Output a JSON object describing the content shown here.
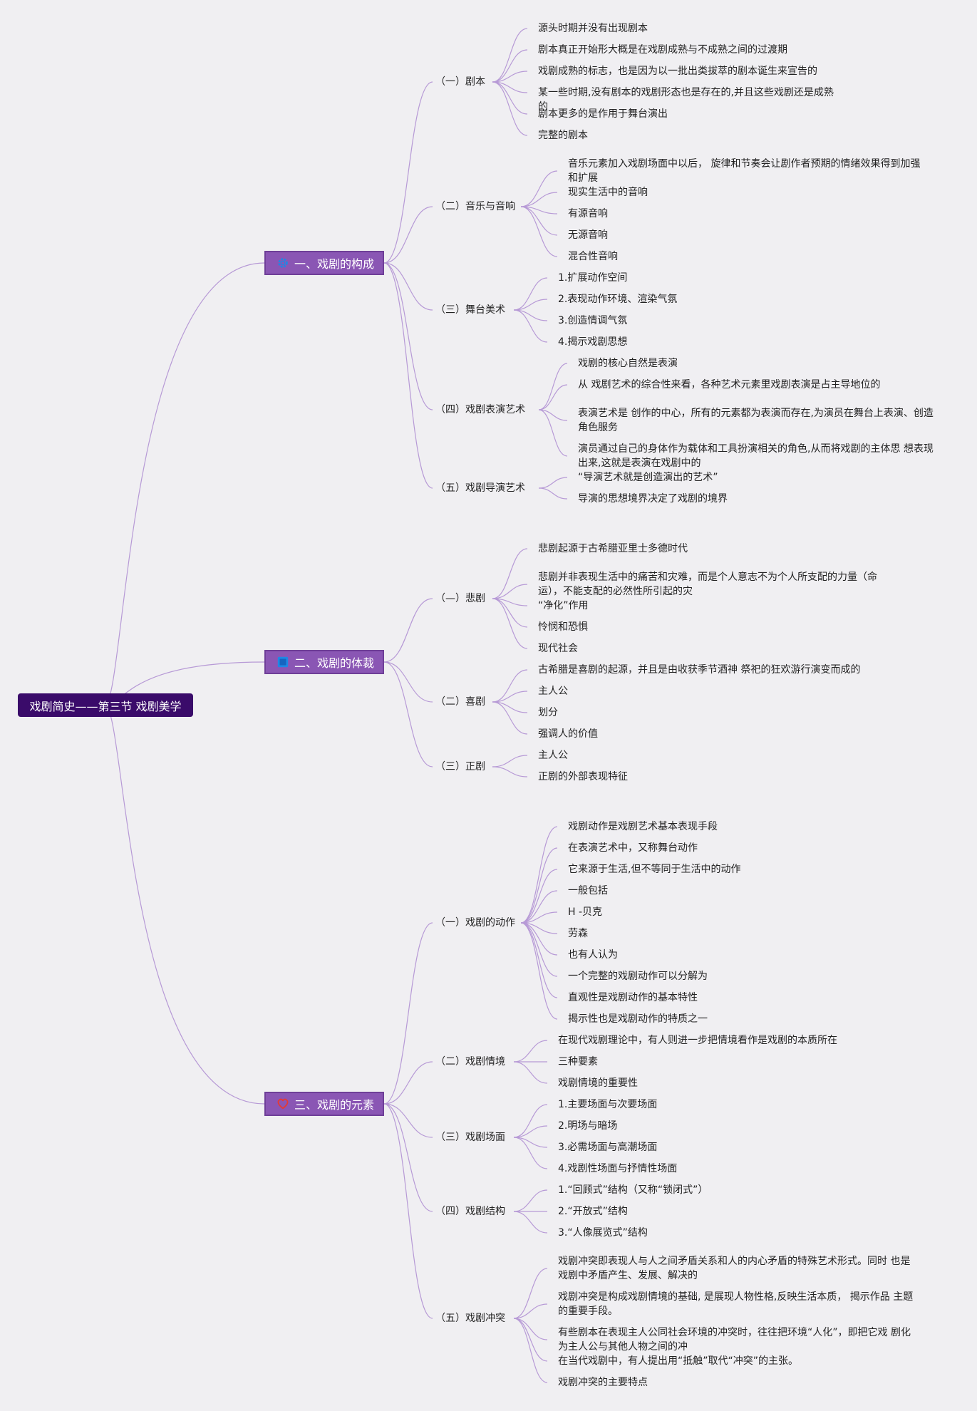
{
  "root": "戏剧简史——第三节 戏剧美学",
  "topics": [
    {
      "label": "一、戏剧的构成",
      "icon": "gear-icon",
      "subs": [
        {
          "label": "（一）剧本",
          "leaves": [
            "源头时期并没有出现剧本",
            "剧本真正开始形大概是在戏剧成熟与不成熟之间的过渡期",
            "戏剧成熟的标志，也是因为以一批出类拔萃的剧本诞生来宣告的",
            "某一些时期,没有剧本的戏剧形态也是存在的,并且这些戏剧还是成熟的",
            "剧本更多的是作用于舞台演出",
            "完整的剧本"
          ]
        },
        {
          "label": "（二）音乐与音响",
          "leaves": [
            "音乐元素加入戏剧场面中以后， 旋律和节奏会让剧作者预期的情绪效果得到加强和扩展",
            "现实生活中的音响",
            "有源音响",
            "无源音响",
            "混合性音响"
          ]
        },
        {
          "label": "（三）舞台美术",
          "leaves": [
            "1.扩展动作空间",
            "2.表现动作环境、渲染气氛",
            "3.创造情调气氛",
            "4.揭示戏剧思想"
          ]
        },
        {
          "label": "（四）戏剧表演艺术",
          "leaves": [
            "戏剧的核心自然是表演",
            "从 戏剧艺术的综合性来看，各种艺术元素里戏剧表演是占主导地位的",
            "表演艺术是 创作的中心，所有的元素都为表演而存在,为演员在舞台上表演、创造角色服务",
            "演员通过自己的身体作为载体和工具扮演相关的角色,从而将戏剧的主体思 想表现出来,这就是表演在戏剧中的"
          ]
        },
        {
          "label": "（五）戏剧导演艺术",
          "leaves": [
            "“导演艺术就是创造演出的艺术”",
            "导演的思想境界决定了戏剧的境界"
          ]
        }
      ]
    },
    {
      "label": "二、戏剧的体裁",
      "icon": "book-icon",
      "subs": [
        {
          "label": "（—）悲剧",
          "leaves": [
            "悲剧起源于古希腊亚里士多德时代",
            "悲剧并非表现生活中的痛苦和灾难，而是个人意志不为个人所支配的力量（命运），不能支配的必然性所引起的灾",
            "“净化”作用",
            "怜悯和恐惧",
            "现代社会"
          ]
        },
        {
          "label": "（二）喜剧",
          "leaves": [
            "古希腊是喜剧的起源，并且是由收获季节酒神 祭祀的狂欢游行演变而成的",
            "主人公",
            "划分",
            "强调人的价值"
          ]
        },
        {
          "label": "（三）正剧",
          "leaves": [
            "主人公",
            "正剧的外部表现特征"
          ]
        }
      ]
    },
    {
      "label": "三、戏剧的元素",
      "icon": "heart-icon",
      "subs": [
        {
          "label": "（一）戏剧的动作",
          "leaves": [
            "戏剧动作是戏剧艺术基本表现手段",
            "在表演艺术中，又称舞台动作",
            "它来源于生活,但不等同于生活中的动作",
            "一般包括",
            "H -贝克",
            "劳森",
            "也有人认为",
            "一个完整的戏剧动作可以分解为",
            "直观性是戏剧动作的基本特性",
            "揭示性也是戏剧动作的特质之一"
          ]
        },
        {
          "label": "（二）戏剧情境",
          "leaves": [
            "在现代戏剧理论中，有人则进一步把情境看作是戏剧的本质所在",
            "三种要素",
            "戏剧情境的重要性"
          ]
        },
        {
          "label": "（三）戏剧场面",
          "leaves": [
            "1.主要场面与次要场面",
            "2.明场与暗场",
            "3.必需场面与高潮场面",
            "4.戏剧性场面与抒情性场面"
          ]
        },
        {
          "label": "（四）戏剧结构",
          "leaves": [
            "1.“回顾式”结构（又称“锁闭式”）",
            "2.“开放式”结构",
            "3.“人像展览式”结构"
          ]
        },
        {
          "label": "（五）戏剧冲突",
          "leaves": [
            "戏剧冲突即表现人与人之间矛盾关系和人的内心矛盾的特殊艺术形式。同时 也是戏剧中矛盾产生、发展、解决的",
            "戏剧冲突是构成戏剧情境的基础, 是展现人物性格,反映生活本质， 揭示作品 主题的重要手段。",
            "有些剧本在表现主人公同社会环境的冲突时，往往把环境“人化”，即把它戏 剧化为主人公与其他人物之间的冲",
            "在当代戏剧中，有人提出用“抵触”取代“冲突”的主张。",
            "戏剧冲突的主要特点"
          ]
        }
      ]
    }
  ],
  "colors": {
    "background": "#f0eff2",
    "root_fill": "#3a0b6a",
    "topic_fill": "#8a56b4",
    "branch_line": "#b79ad6"
  }
}
